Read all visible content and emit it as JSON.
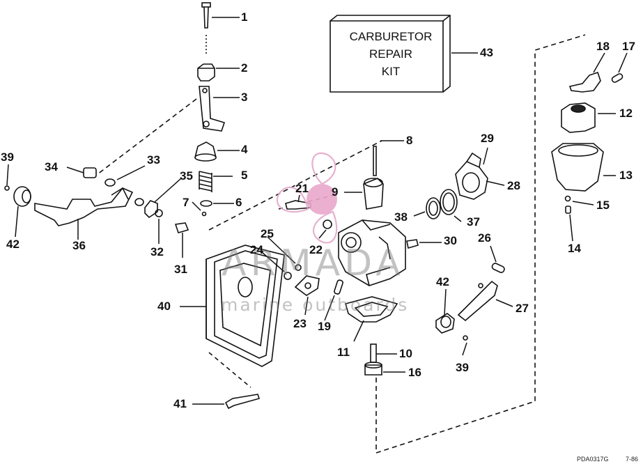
{
  "kit_label": [
    "CARBURETOR",
    "REPAIR",
    "KIT"
  ],
  "watermark": {
    "title": "ARMADA",
    "subtitle": "marine outboards",
    "logo_icon": "propeller-logo-icon"
  },
  "figure_codes": {
    "left": "PDA0317G",
    "right": "7-86"
  },
  "callouts": [
    "1",
    "2",
    "3",
    "4",
    "5",
    "6",
    "7",
    "8",
    "9",
    "10",
    "11",
    "12",
    "13",
    "14",
    "15",
    "16",
    "17",
    "18",
    "19",
    "21",
    "22",
    "23",
    "24",
    "25",
    "26",
    "27",
    "28",
    "29",
    "30",
    "31",
    "32",
    "33",
    "34",
    "35",
    "36",
    "37",
    "38",
    "39",
    "39",
    "40",
    "41",
    "42",
    "42",
    "43"
  ],
  "colors": {
    "line": "#111111",
    "watermark_pink": "#e4a9c9",
    "watermark_text": "#8c8c8c"
  }
}
